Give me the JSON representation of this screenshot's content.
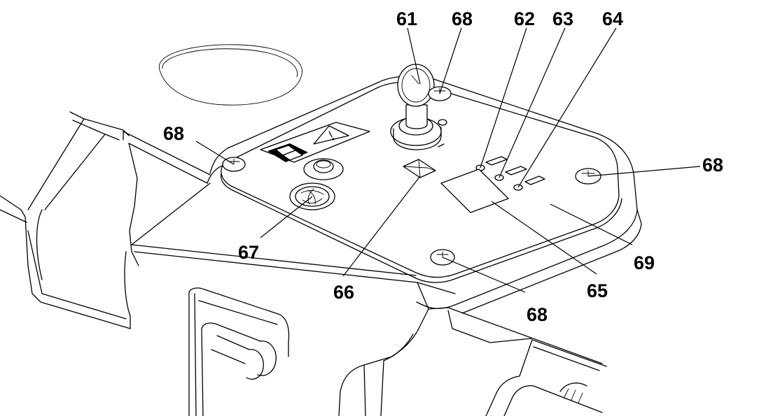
{
  "callouts": {
    "c61": "61",
    "c68_key_screw": "68",
    "c62": "62",
    "c63": "63",
    "c64": "64",
    "c68_left": "68",
    "c68_right": "68",
    "c69": "69",
    "c67": "67",
    "c66": "66",
    "c65": "65",
    "c68_bottom": "68"
  },
  "colors": {
    "line": "#000000",
    "background": "#ffffff"
  }
}
